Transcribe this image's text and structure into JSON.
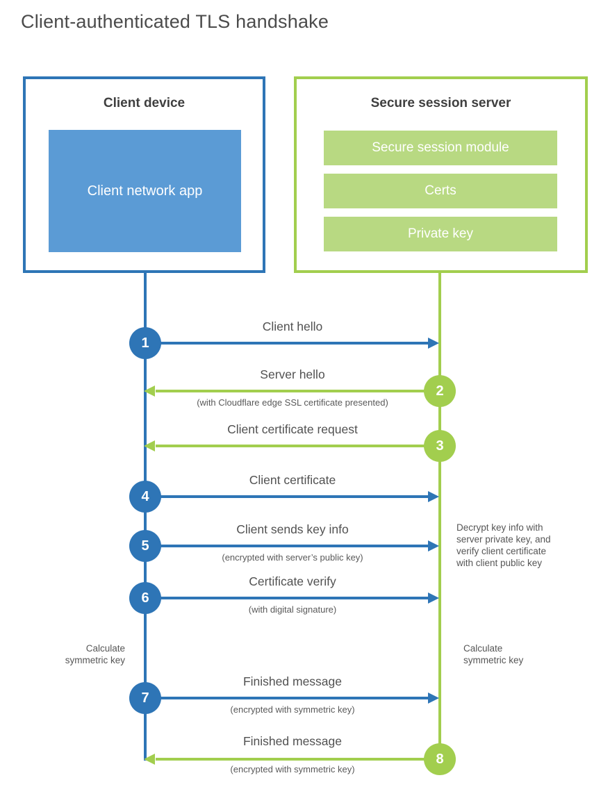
{
  "title": "Client-authenticated TLS handshake",
  "colors": {
    "blue": "#2e75b6",
    "blue_light": "#5b9bd5",
    "green": "#a2ce4e",
    "green_light": "#b8d982"
  },
  "client_box": {
    "title": "Client device",
    "app_label": "Client network app"
  },
  "server_box": {
    "title": "Secure session server",
    "modules": [
      "Secure session module",
      "Certs",
      "Private key"
    ]
  },
  "steps": [
    {
      "number": "1",
      "from": "client",
      "to": "server",
      "label": "Client hello",
      "sublabel": ""
    },
    {
      "number": "2",
      "from": "server",
      "to": "client",
      "label": "Server hello",
      "sublabel": "(with Cloudflare edge SSL certificate presented)"
    },
    {
      "number": "3",
      "from": "server",
      "to": "client",
      "label": "Client certificate request",
      "sublabel": ""
    },
    {
      "number": "4",
      "from": "client",
      "to": "server",
      "label": "Client certificate",
      "sublabel": ""
    },
    {
      "number": "5",
      "from": "client",
      "to": "server",
      "label": "Client sends key info",
      "sublabel": "(encrypted with server’s public key)"
    },
    {
      "number": "6",
      "from": "client",
      "to": "server",
      "label": "Certificate verify",
      "sublabel": "(with digital signature)"
    },
    {
      "number": "7",
      "from": "client",
      "to": "server",
      "label": "Finished message",
      "sublabel": "(encrypted with symmetric key)"
    },
    {
      "number": "8",
      "from": "server",
      "to": "client",
      "label": "Finished message",
      "sublabel": "(encrypted with symmetric key)"
    }
  ],
  "annotations": {
    "decrypt_note": "Decrypt key info with server private key, and verify client certificate with client public key",
    "calc_left": "Calculate symmetric key",
    "calc_right": "Calculate symmetric key"
  }
}
